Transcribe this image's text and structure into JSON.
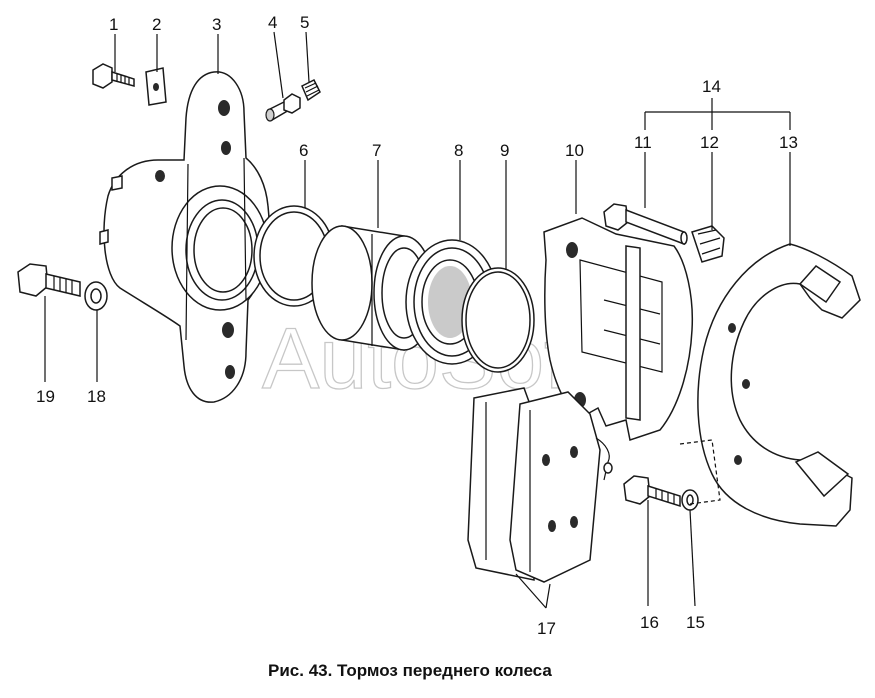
{
  "caption": "Рис. 43. Тормоз переднего колеса",
  "watermark": "AutoSoft",
  "callouts": {
    "n1": "1",
    "n2": "2",
    "n3": "3",
    "n4": "4",
    "n5": "5",
    "n6": "6",
    "n7": "7",
    "n8": "8",
    "n9": "9",
    "n10": "10",
    "n11": "11",
    "n12": "12",
    "n13": "13",
    "n14": "14",
    "n15": "15",
    "n16": "16",
    "n17": "17",
    "n18": "18",
    "n19": "19"
  }
}
